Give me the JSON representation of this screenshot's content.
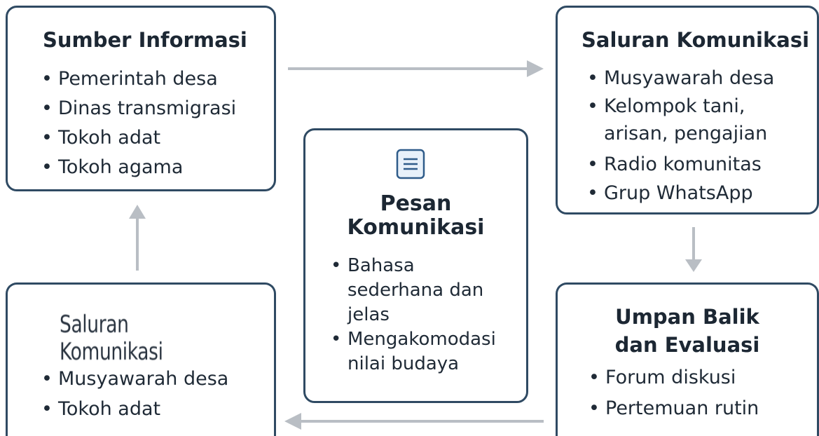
{
  "sumber": {
    "title": "Sumber Informasi",
    "items": [
      "Pemerintah desa",
      "Dinas transmigrasi",
      "Tokoh adat",
      "Tokoh agama"
    ]
  },
  "saluran1": {
    "title": "Saluran Komunikasi",
    "items": [
      "Musyawarah desa",
      "Kelompok tani,",
      "arisan, pengajian",
      "Radio komunitas",
      "Grup WhatsApp"
    ]
  },
  "pesan": {
    "icon": "document-icon",
    "title_line1": "Pesan",
    "title_line2": "Komunikasi",
    "items": [
      "Bahasa",
      "sederhana dan",
      "jelas",
      "Mengakomodasi",
      "nilai budaya"
    ]
  },
  "saluran2": {
    "title": "Saluran Komunikasi",
    "items": [
      "Musyawarah desa",
      "Tokoh adat"
    ]
  },
  "umpan": {
    "title_line1": "Umpan Balik",
    "title_line2": "dan Evaluasi",
    "items": [
      "Forum diskusi",
      "Pertemuan rutin"
    ]
  },
  "colors": {
    "border": "#2f4a63",
    "arrow": "#b9bec4",
    "icon": "#2f5c8a"
  }
}
